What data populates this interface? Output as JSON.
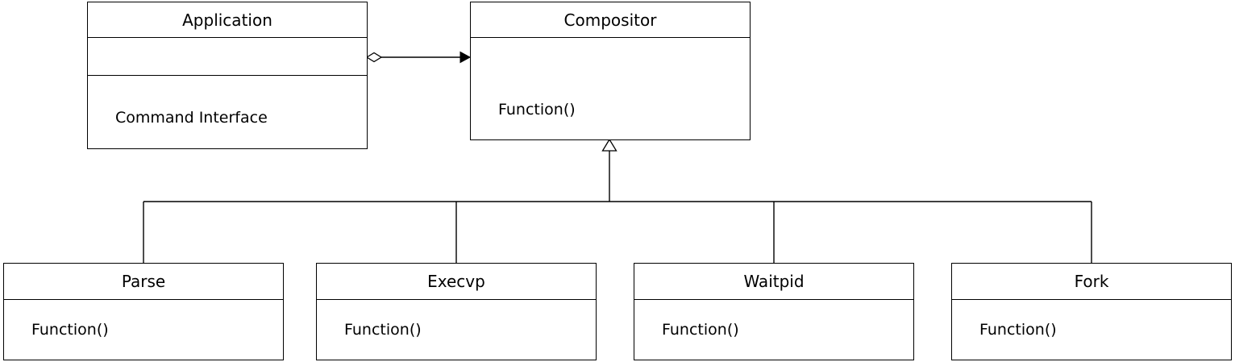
{
  "diagram": {
    "application": {
      "name": "Application",
      "operation": "Command Interface"
    },
    "compositor": {
      "name": "Compositor",
      "operation": "Function()"
    },
    "subclasses": [
      {
        "name": "Parse",
        "operation": "Function()"
      },
      {
        "name": "Execvp",
        "operation": "Function()"
      },
      {
        "name": "Waitpid",
        "operation": "Function()"
      },
      {
        "name": "Fork",
        "operation": "Function()"
      }
    ]
  }
}
